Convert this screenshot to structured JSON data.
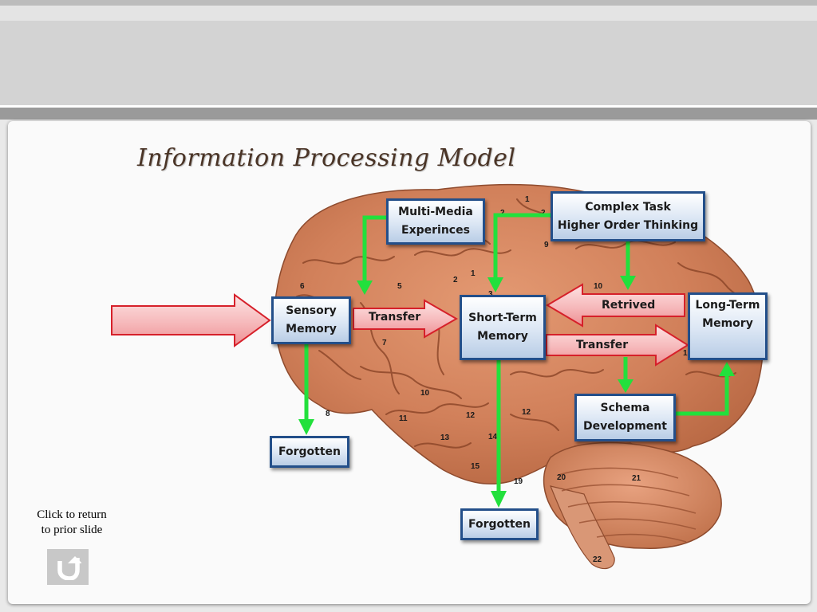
{
  "title": "Information Processing Model",
  "boxes": {
    "sensory_memory": "Sensory\nMemory",
    "multi_media": "Multi-Media\nExperinces",
    "complex_task": "Complex Task\nHigher Order Thinking",
    "short_term_memory": "Short-Term\nMemory",
    "long_term_memory": "Long-Term\nMemory",
    "schema_development": "Schema\nDevelopment",
    "forgotten_sensory": "Forgotten",
    "forgotten_short_term": "Forgotten"
  },
  "arrow_labels": {
    "transfer_sensory": "Transfer",
    "transfer_short_term": "Transfer",
    "retrived": "Retrived"
  },
  "brain_numbers": [
    "1",
    "2",
    "3",
    "5",
    "6",
    "7",
    "8",
    "9",
    "10",
    "11",
    "12",
    "13",
    "14",
    "15",
    "19",
    "20",
    "21",
    "22"
  ],
  "colors": {
    "box_border": "#234f8a",
    "big_arrow_fill": "#f4b3b5",
    "big_arrow_edge": "#d6202a",
    "flow_arrow": "#22e03c",
    "brain": "#d1805a"
  },
  "return_link": {
    "text": "Click to return\nto prior slide",
    "icon": "return-up-icon"
  }
}
